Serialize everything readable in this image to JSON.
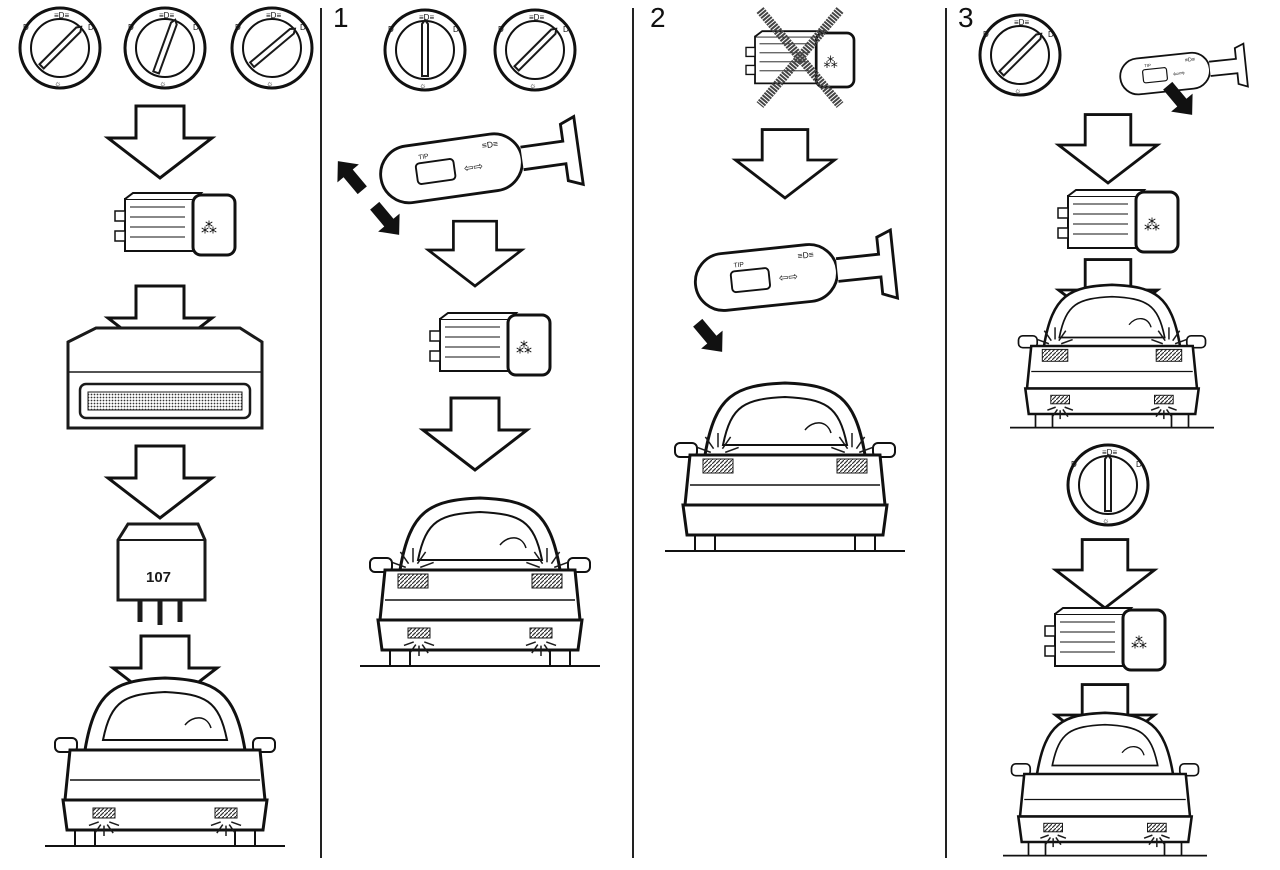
{
  "panels": [
    {
      "label": ""
    },
    {
      "label": "1"
    },
    {
      "label": "2"
    },
    {
      "label": "3"
    }
  ],
  "relay": {
    "number": "107"
  },
  "icons": {
    "light_switch": "rotary-light-switch-icon",
    "stalk": "turn-signal-stalk-icon",
    "fog_button": "fog-light-button-icon",
    "control_unit": "control-unit-icon",
    "relay": "relay-icon",
    "car": "car-front-icon",
    "arrow": "down-arrow-icon"
  },
  "colors": {
    "ink": "#1a1a1a",
    "paper": "#ffffff",
    "hatch": "#555555"
  }
}
